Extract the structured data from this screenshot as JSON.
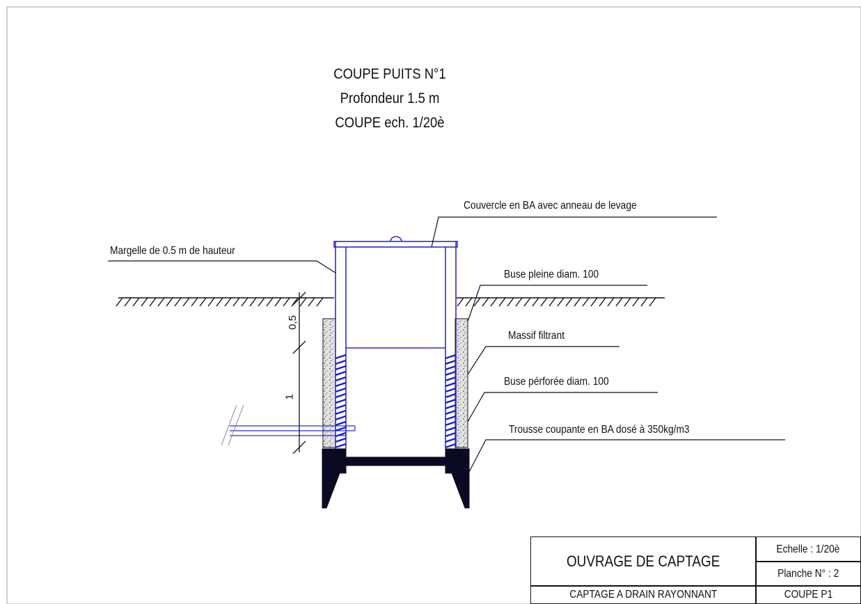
{
  "title": {
    "line1": "COUPE PUITS N°1",
    "line2": "Profondeur 1.5 m",
    "line3": "COUPE ech. 1/20è"
  },
  "labels": {
    "lid": "Couvercle en BA avec anneau de levage",
    "margelle": "Margelle de 0.5 m de hauteur",
    "buse_pleine": "Buse pleine diam. 100",
    "massif": "Massif filtrant",
    "buse_perforee": "Buse pérforée diam. 100",
    "trousse": "Trousse coupante en BA dosé à 350kg/m3"
  },
  "dimensions": {
    "upper": "0,5",
    "lower": "1"
  },
  "title_block": {
    "project": "OUVRAGE DE CAPTAGE",
    "scale": "Echelle : 1/20è",
    "sheet": "Planche N° : 2",
    "subtitle": "CAPTAGE A DRAIN RAYONNANT",
    "view": "COUPE P1"
  },
  "colors": {
    "line": "#111111",
    "pipe": "#2a2ad6",
    "hatch": "#1a1ae0",
    "filter_fill": "#e2e2e2"
  }
}
